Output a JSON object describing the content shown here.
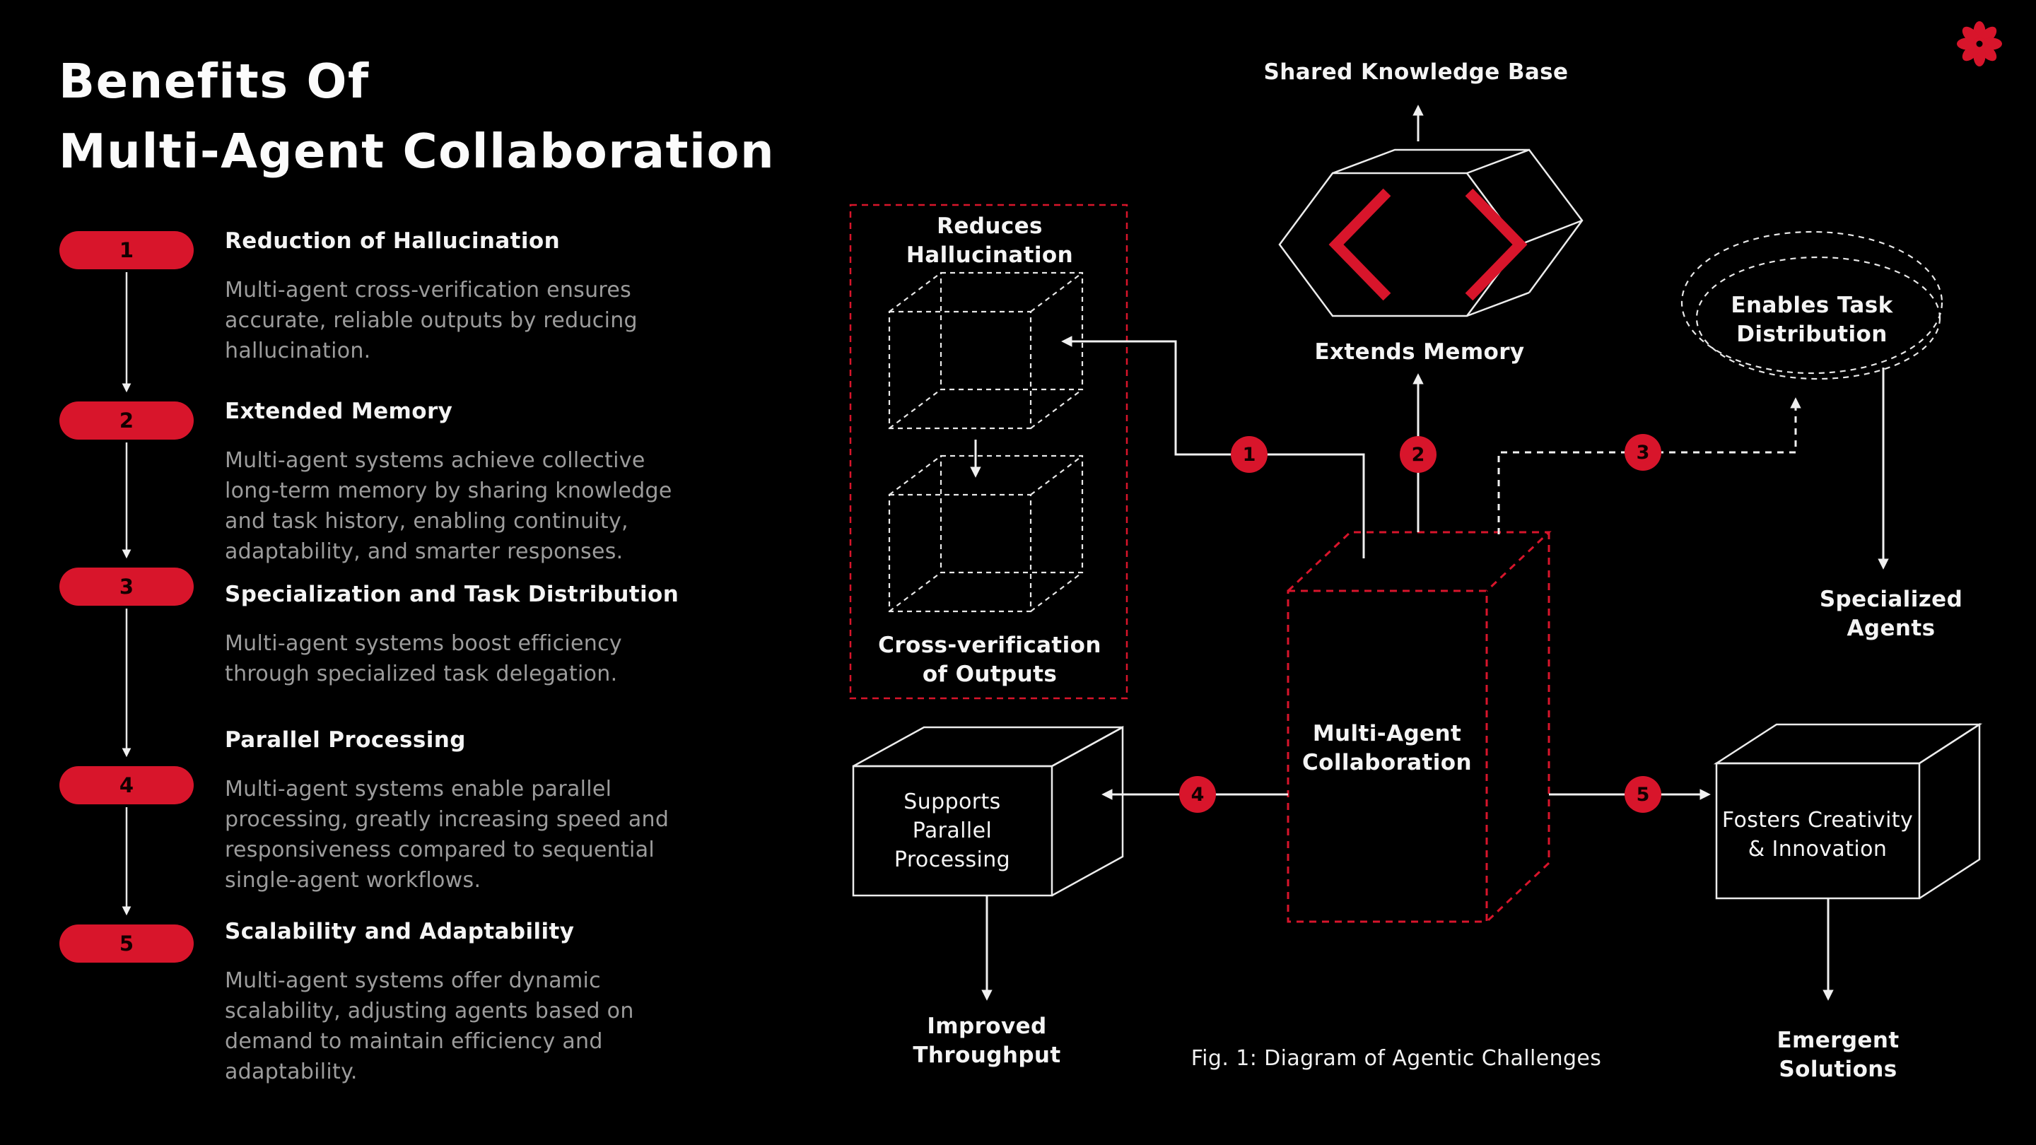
{
  "colors": {
    "background": "#000000",
    "accent_red": "#d8152b",
    "text_primary": "#f4f4f4",
    "text_secondary": "#9c9c9c"
  },
  "header": {
    "title_line1": "Benefits Of",
    "title_line2": "Multi-Agent Collaboration",
    "logo_icon": "flower-icon"
  },
  "benefits": [
    {
      "num": "1",
      "heading": "Reduction of Hallucination",
      "body": "Multi-agent cross-verification ensures accurate, reliable outputs by reducing hallucination."
    },
    {
      "num": "2",
      "heading": "Extended Memory",
      "body": "Multi-agent systems achieve collective long-term memory by sharing knowledge and task history, enabling continuity, adaptability, and smarter responses."
    },
    {
      "num": "3",
      "heading": "Specialization and Task Distribution",
      "body": "Multi-agent systems boost efficiency through specialized task delegation."
    },
    {
      "num": "4",
      "heading": "Parallel Processing",
      "body": "Multi-agent systems enable parallel processing, greatly increasing speed and responsiveness compared to sequential single-agent workflows."
    },
    {
      "num": "5",
      "heading": "Scalability and Adaptability",
      "body": "Multi-agent systems offer dynamic scalability, adjusting agents based on demand to maintain efficiency and adaptability."
    }
  ],
  "diagram": {
    "caption": "Fig. 1: Diagram of Agentic Challenges",
    "connectors": [
      "1",
      "2",
      "3",
      "4",
      "5"
    ],
    "nodes": {
      "shared_knowledge_base": "Shared Knowledge Base",
      "extends_memory": "Extends Memory",
      "reduces_hallucination": "Reduces\nHallucination",
      "cross_verification": "Cross-verification\nof Outputs",
      "multi_agent_collaboration": "Multi-Agent\nCollaboration",
      "enables_task_distribution": "Enables Task\nDistribution",
      "specialized_agents": "Specialized\nAgents",
      "supports_parallel_processing": "Supports\nParallel\nProcessing",
      "improved_throughput": "Improved\nThroughput",
      "fosters_creativity": "Fosters Creativity\n& Innovation",
      "emergent_solutions": "Emergent Solutions"
    }
  }
}
